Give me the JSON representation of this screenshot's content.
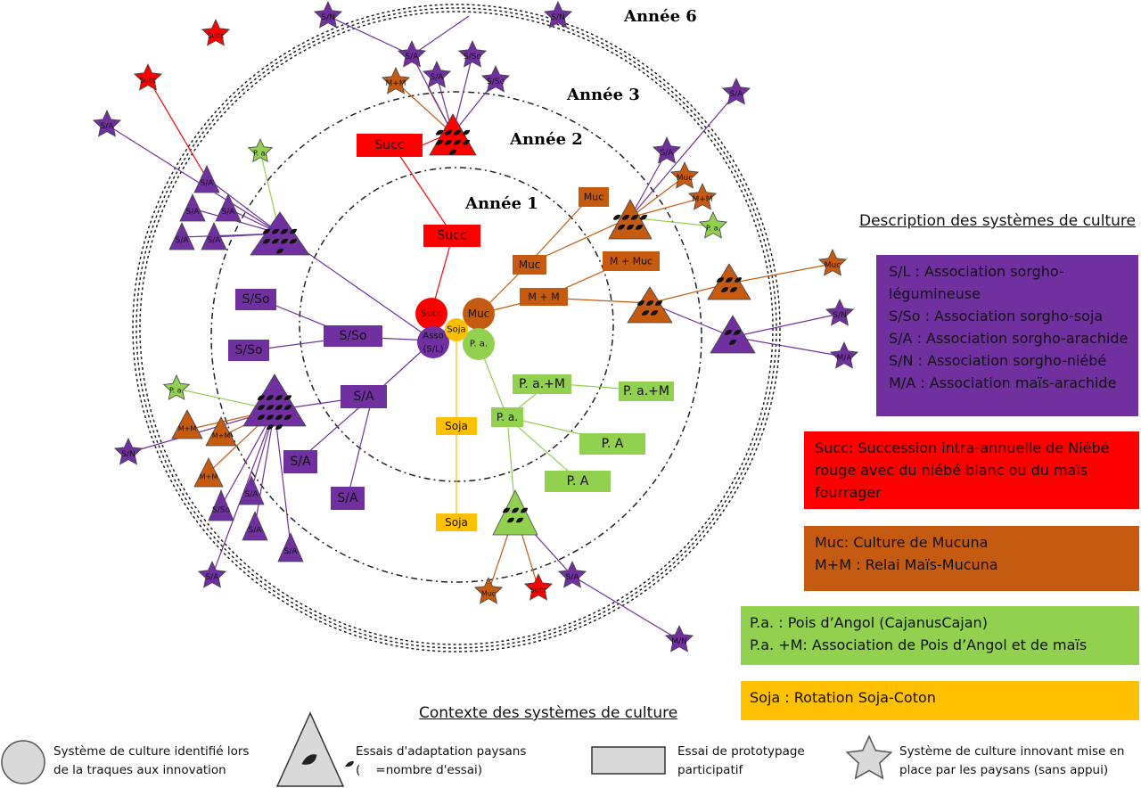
{
  "years": {
    "y1": "Année 1",
    "y2": "Année 2",
    "y3": "Année 3",
    "y6": "Année 6"
  },
  "center_nodes": {
    "succ": "Succ",
    "muc": "Muc",
    "soja": "Soja",
    "asso": [
      "Asso",
      "(S/L)"
    ],
    "pa": "P. a."
  },
  "labels": {
    "succ": "Succ",
    "muc": "Muc",
    "m_plus_muc": "M + Muc",
    "m_plus_m": "M + M",
    "mm": "M+M",
    "sl": "S/L",
    "so": "S/So",
    "sa": "S/A",
    "sn": "S/N",
    "ma": "M/A",
    "mn": "M/N",
    "pa": "P. a.",
    "pa_m": "P. a.+M",
    "p_a_upper": "P. A",
    "soja": "Soja"
  },
  "description": {
    "title": "Description des systèmes de culture",
    "purple_lines": [
      "S/L : Association sorgho-",
      "légumineuse",
      "S/So : Association sorgho-soja",
      "S/A : Association sorgho-arachide",
      "S/N : Association sorgho-niébé",
      "M/A : Association maïs-arachide"
    ],
    "red_lines": [
      "Succ: Succession intra-annuelle de Niébé",
      "rouge avec du niébé blanc ou du maïs",
      "fourrager"
    ],
    "brown_lines": [
      "Muc: Culture de Mucuna",
      "M+M : Relai Maïs-Mucuna"
    ],
    "green_lines": [
      "P.a. : Pois d’Angol (CajanusCajan)",
      "P.a. +M: Association de Pois d’Angol et de maïs"
    ],
    "yellow_lines": [
      "Soja : Rotation Soja-Coton"
    ]
  },
  "context": {
    "title": "Contexte des systèmes de culture",
    "circle_lines": [
      "Système de culture identifié lors",
      "de la traques aux innovation"
    ],
    "triangle_lines": [
      "Essais d'adaptation paysans",
      "(    =nombre d'essai)"
    ],
    "rect_lines": [
      "Essai de prototypage",
      "participatif"
    ],
    "star_lines": [
      "Système de culture innovant mise en",
      "place par les paysans (sans appui)"
    ]
  },
  "colors": {
    "purple": "#7030A0",
    "red": "#FF0000",
    "brown": "#C55A11",
    "green": "#92D050",
    "yellow": "#FFC000",
    "grey": "#D9D9D9"
  }
}
